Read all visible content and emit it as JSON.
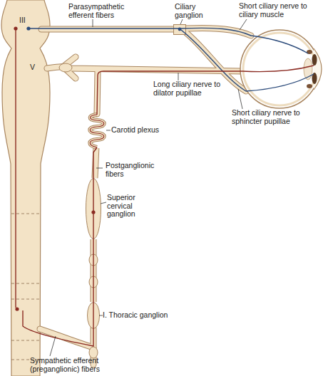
{
  "diagram": {
    "nodes": [
      {
        "text": [
          "Ciliary ganglion"
        ]
      },
      {
        "text": [
          "Carotid plexus"
        ]
      },
      {
        "text": [
          "Superior cervical ganglion"
        ]
      },
      {
        "text": [
          "I. Thoracic ganglion"
        ]
      }
    ],
    "edges": [
      {
        "from": 3,
        "to": 2,
        "arrow": "none"
      },
      {
        "from": 2,
        "to": 1,
        "label": "Postganglionic fibers",
        "arrow": "none"
      }
    ],
    "labels": [
      "III",
      "V",
      "Parasympathetic efferent fibers",
      "Short ciliary nerve to ciliary muscle",
      "Long ciliary nerve to dilator pupillae",
      "Short ciliary nerve to sphincter pupillae",
      "Sympathetic efferent (preganglionic) fibers"
    ]
  }
}
